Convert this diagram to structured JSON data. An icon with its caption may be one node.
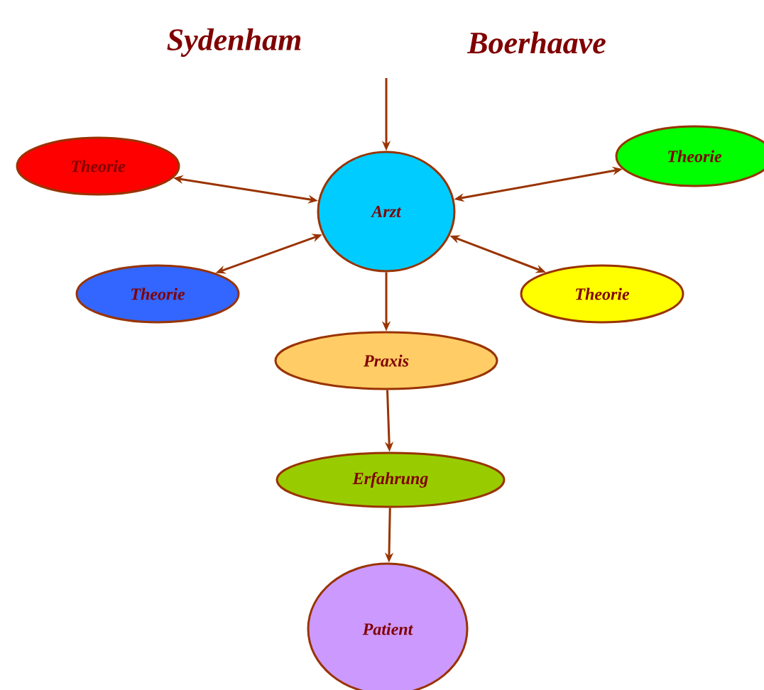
{
  "diagram": {
    "nodes": [
      {
        "text": [
          "Theorie"
        ]
      },
      {
        "text": [
          "Arzt"
        ]
      },
      {
        "text": [
          "Theorie"
        ]
      },
      {
        "text": [
          "Theorie"
        ]
      },
      {
        "text": [
          "Theorie"
        ]
      },
      {
        "text": [
          "Praxis"
        ]
      },
      {
        "text": [
          "Erfahrung"
        ]
      },
      {
        "text": [
          "Patient"
        ]
      }
    ],
    "edges": [
      {
        "from": null,
        "to": 1,
        "arrow": "to"
      },
      {
        "from": 1,
        "to": 0,
        "arrow": "both"
      },
      {
        "from": 1,
        "to": 2,
        "arrow": "both"
      },
      {
        "from": 1,
        "to": 3,
        "arrow": "both"
      },
      {
        "from": 1,
        "to": 4,
        "arrow": "both"
      },
      {
        "from": 1,
        "to": 5,
        "arrow": "to"
      },
      {
        "from": 5,
        "to": 6,
        "arrow": "to"
      },
      {
        "from": 6,
        "to": 7,
        "arrow": "to"
      }
    ],
    "labels": [
      "Sydenham",
      "Boerhaave"
    ]
  }
}
